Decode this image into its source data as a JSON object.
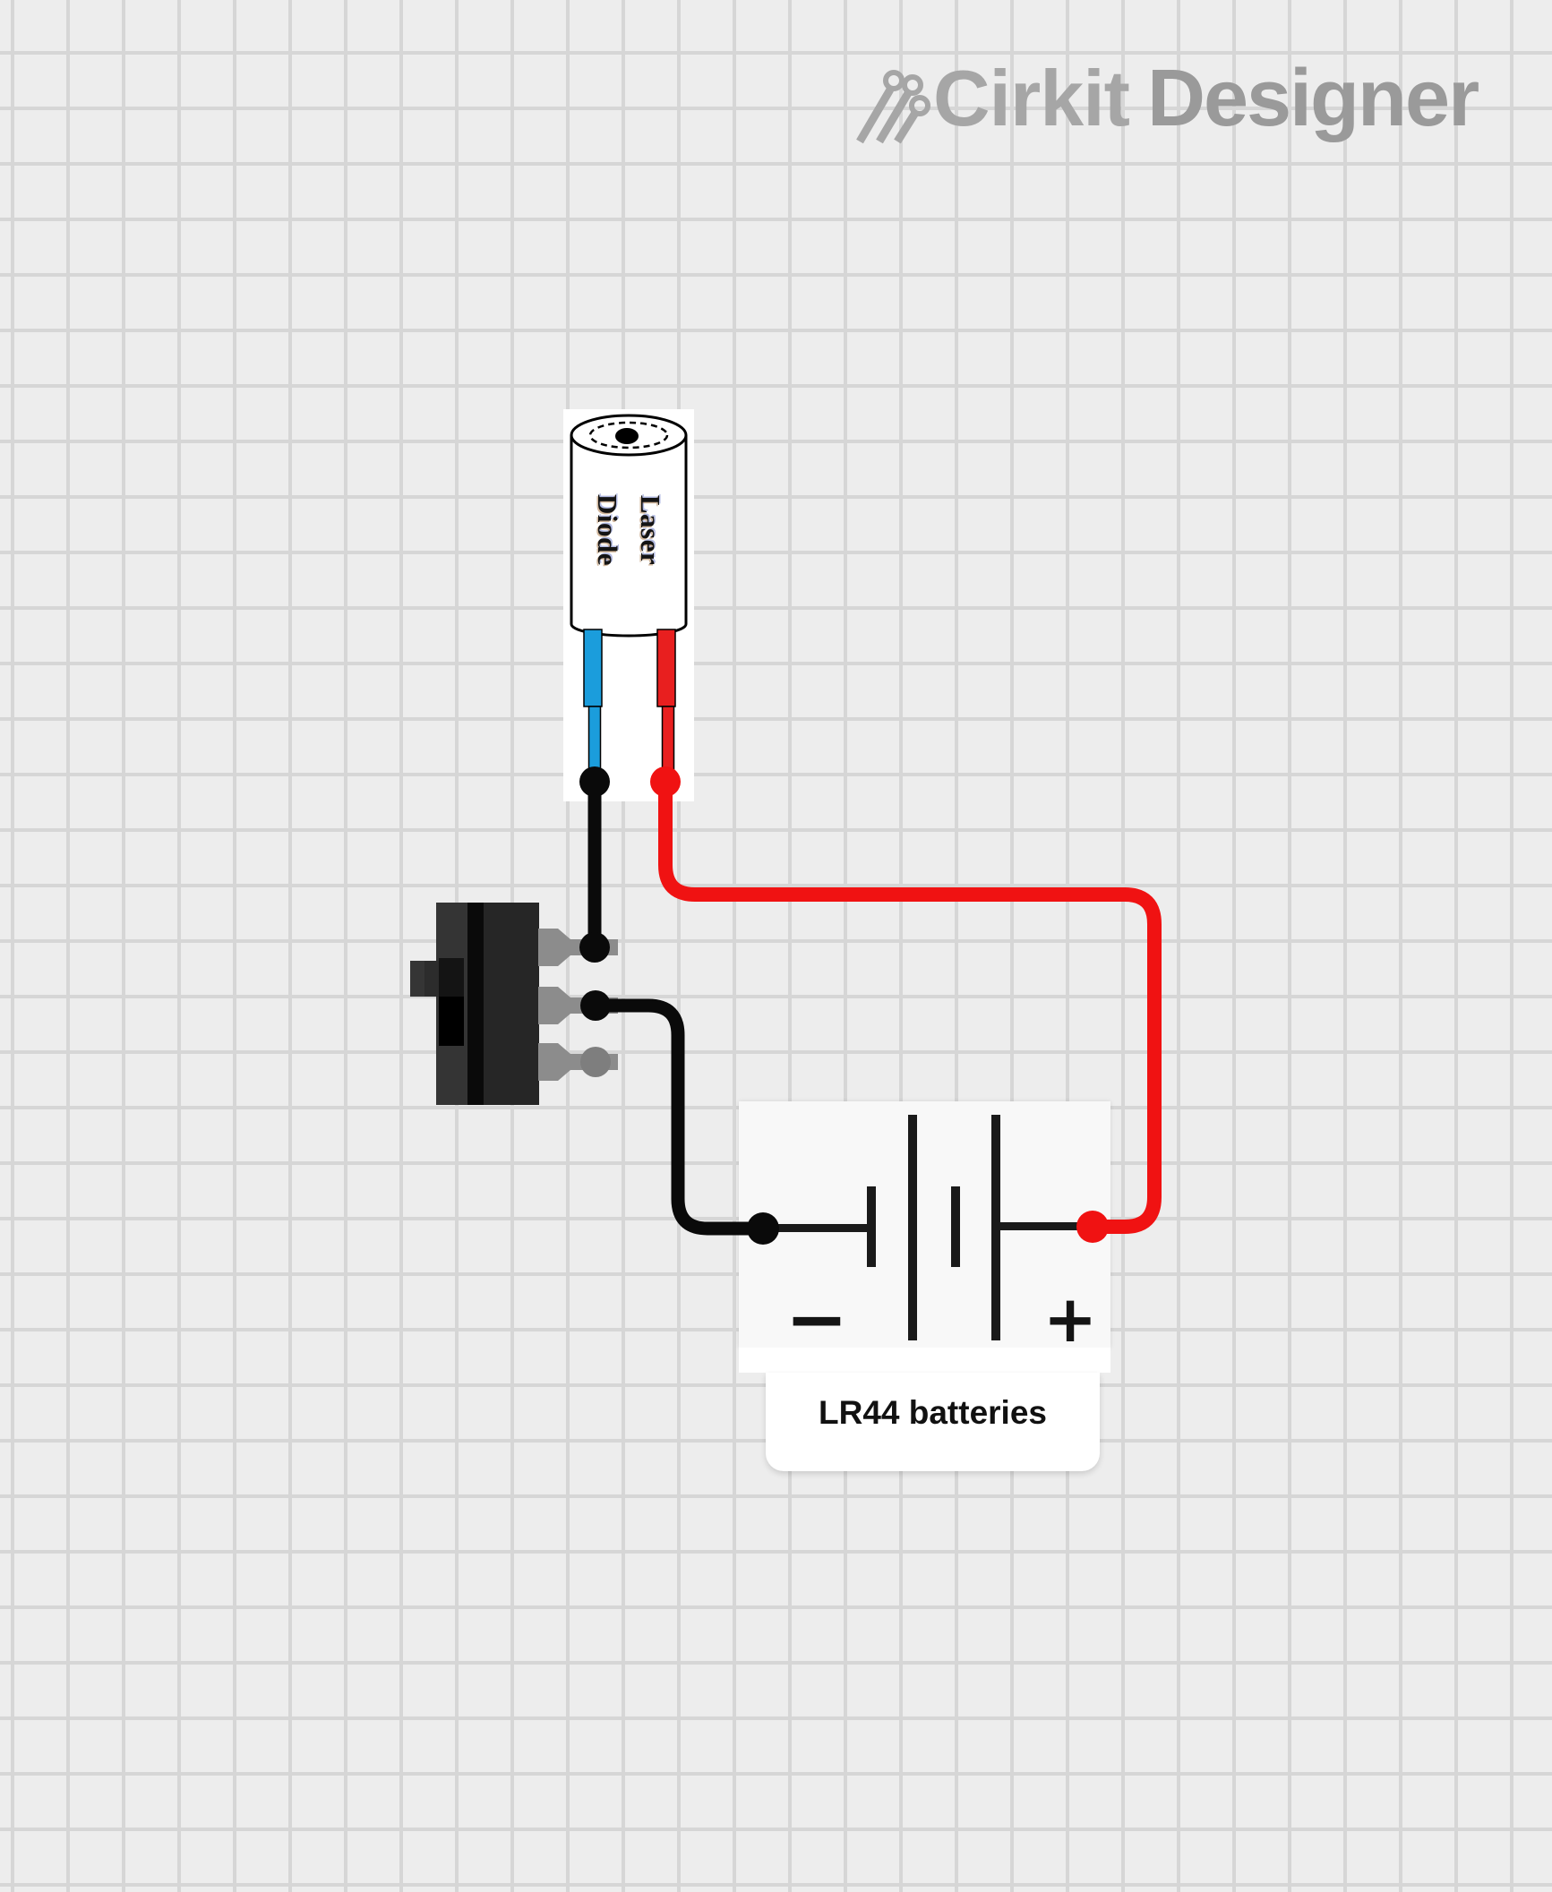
{
  "brand": {
    "icon": "circuit-traces-icon",
    "name_regular": "Cirkit",
    "name_bold": "Designer",
    "color": "#a6a6a6"
  },
  "canvas": {
    "grid_bg": "#ededed",
    "grid_line": "#d6d6d6"
  },
  "laser_diode": {
    "label_line1": "Laser",
    "label_line2": "Diode",
    "cathode_lead_color": "#1b9ddc",
    "anode_lead_color": "#e81f1f"
  },
  "slide_switch": {
    "body_color": "#262626",
    "pin_color": "#8c8c8c",
    "unconnected_pin_dot_color": "#7e7e7e"
  },
  "battery": {
    "label": "LR44 batteries",
    "minus_sign": "−",
    "plus_sign": "+"
  },
  "wires": {
    "black_color": "#0a0a0a",
    "red_color": "#f01212",
    "list": [
      {
        "id": "laser-cathode-to-switch-pin1",
        "color": "black"
      },
      {
        "id": "switch-pin2-to-battery-minus",
        "color": "black"
      },
      {
        "id": "laser-anode-to-battery-plus",
        "color": "red"
      }
    ]
  }
}
